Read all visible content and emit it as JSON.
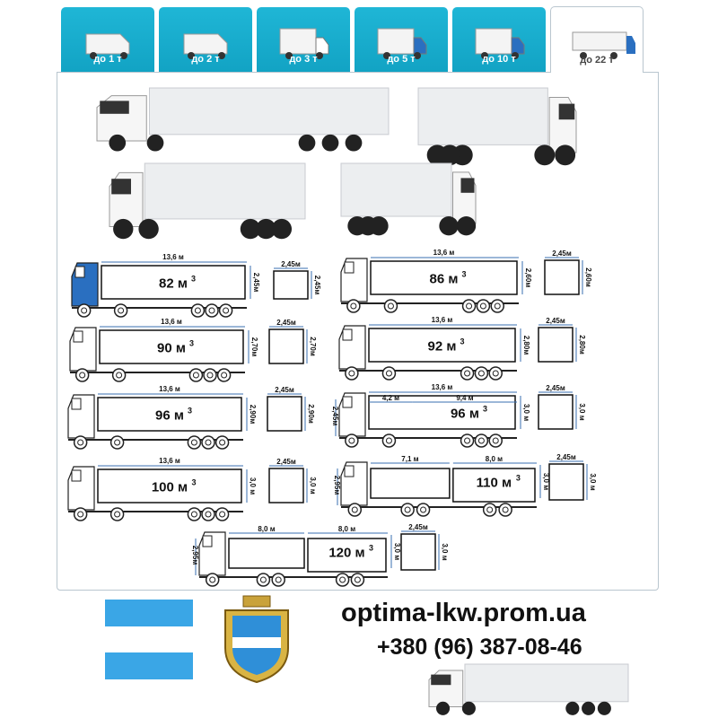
{
  "tabs": [
    {
      "label": "до 1 т",
      "icon": "van-icon"
    },
    {
      "label": "до 2 т",
      "icon": "van-icon"
    },
    {
      "label": "до 3 т",
      "icon": "box-truck-icon"
    },
    {
      "label": "до 5 т",
      "icon": "box-truck-icon"
    },
    {
      "label": "до 10 т",
      "icon": "box-truck-icon"
    },
    {
      "label": "до 22 т",
      "icon": "semi-truck-icon",
      "active": true
    }
  ],
  "colors": {
    "tab": "#1fb6d6",
    "flag_blue": "#3aa6e6",
    "line": "#3a6fb0"
  },
  "diagrams": [
    {
      "volume": "82 м",
      "length": "13,6 м",
      "height": "2,45м",
      "width": "2,45м",
      "cross_height": "2,45м"
    },
    {
      "volume": "86 м",
      "length": "13,6 м",
      "height": "2,60м",
      "width": "2,45м",
      "cross_height": "2,60м"
    },
    {
      "volume": "90 м",
      "length": "13,6 м",
      "height": "2,70м",
      "width": "2,45м",
      "cross_height": "2,70м"
    },
    {
      "volume": "92 м",
      "length": "13,6 м",
      "height": "2,80м",
      "width": "2,45м",
      "cross_height": "2,80м"
    },
    {
      "volume": "96 м",
      "length": "13,6 м",
      "height": "2,90м",
      "width": "2,45м",
      "cross_height": "2,90м"
    },
    {
      "volume": "96 м",
      "length": "13,6 м",
      "seg1": "4,2 м",
      "seg2": "9,4 м",
      "left_height": "2,45м",
      "height": "3,0 м",
      "width": "2,45м",
      "cross_height": "3,0 м"
    },
    {
      "volume": "100 м",
      "length": "13,6 м",
      "height": "3,0 м",
      "width": "2,45м",
      "cross_height": "3,0 м"
    },
    {
      "volume": "110 м",
      "seg1": "7,1 м",
      "seg2": "8,0 м",
      "left_height": "2,95м",
      "height": "3,0 м",
      "width": "2,45м",
      "cross_height": "3,0 м"
    },
    {
      "volume": "120 м",
      "seg1": "8,0 м",
      "seg2": "8,0 м",
      "left_height": "2,95м",
      "height": "3,0 м",
      "width": "2,45м",
      "cross_height": "3,0 м"
    }
  ],
  "superscript": "3",
  "footer": {
    "site": "optima-lkw.prom.ua",
    "phone": "+380 (96) 387-08-46"
  }
}
